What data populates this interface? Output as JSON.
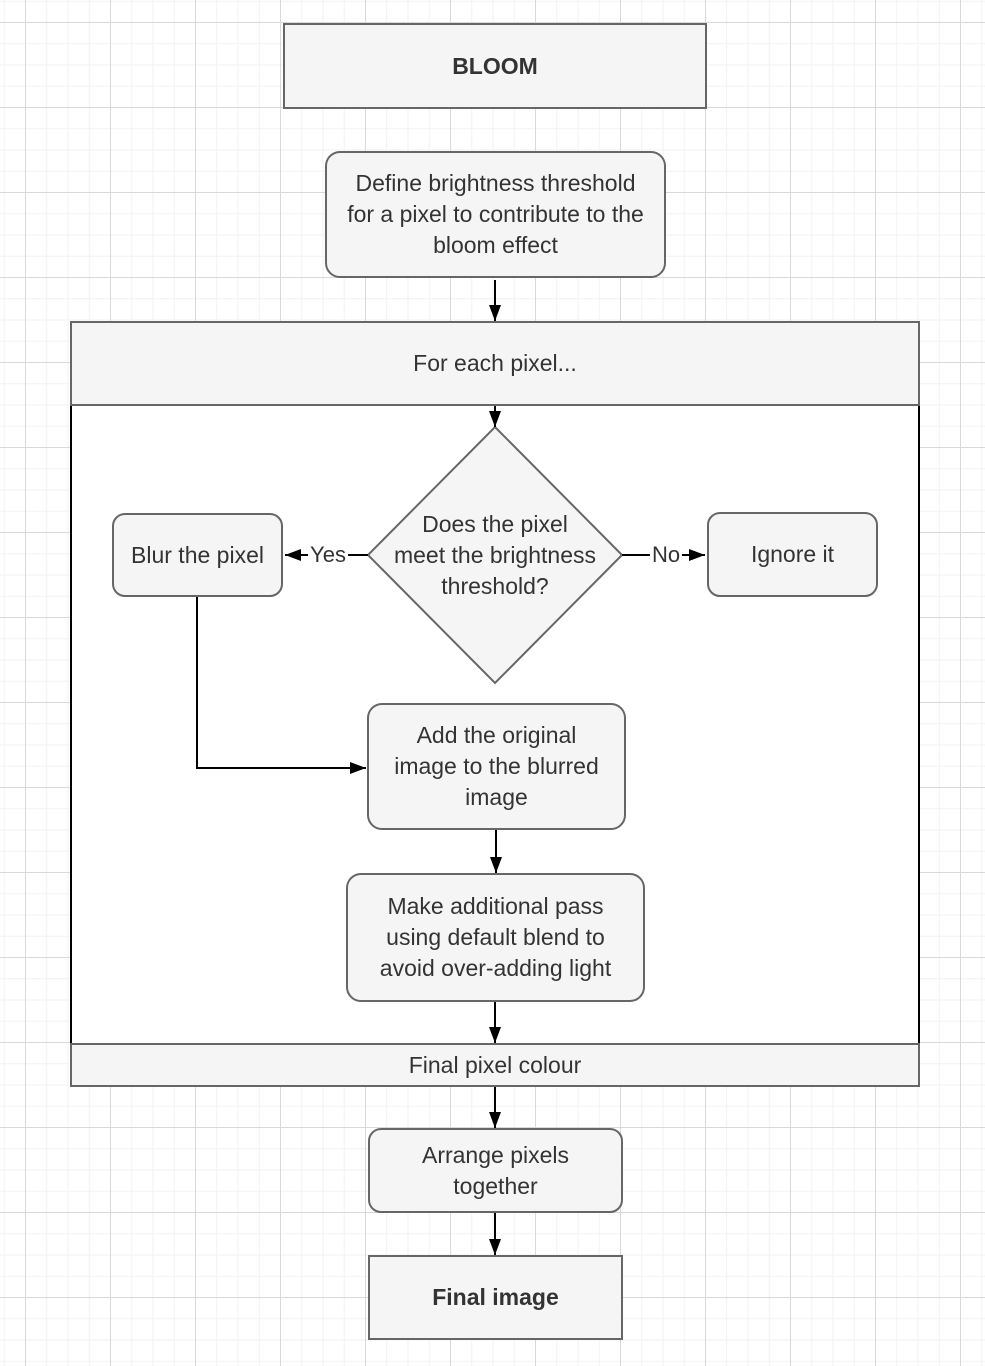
{
  "diagram": {
    "title": {
      "label": "BLOOM"
    },
    "nodes": {
      "define_threshold": {
        "label": "Define brightness threshold\nfor a pixel to contribute to the\nbloom effect"
      },
      "for_each_pixel": {
        "label": "For each pixel..."
      },
      "brightness_decision": {
        "label": "Does the pixel\nmeet the brightness\nthreshold?"
      },
      "blur_pixel": {
        "label": "Blur the pixel"
      },
      "ignore_it": {
        "label": "Ignore it"
      },
      "add_original": {
        "label": "Add the original\nimage to the blurred\nimage"
      },
      "additional_pass": {
        "label": "Make additional pass\nusing default blend to\navoid over-adding light"
      },
      "final_pixel_colour": {
        "label": "Final pixel colour"
      },
      "arrange_pixels": {
        "label": "Arrange pixels\ntogether"
      },
      "final_image": {
        "label": "Final image"
      }
    },
    "edge_labels": {
      "yes": "Yes",
      "no": "No"
    },
    "colors": {
      "node_fill": "#f5f5f5",
      "node_stroke": "#666666",
      "loop_body_fill": "#ffffff",
      "loop_body_stroke": "#000000",
      "connector": "#000000",
      "label_text": "#333333",
      "grid_minor": "#f2f2f2",
      "grid_major": "#d9d9d9"
    }
  }
}
